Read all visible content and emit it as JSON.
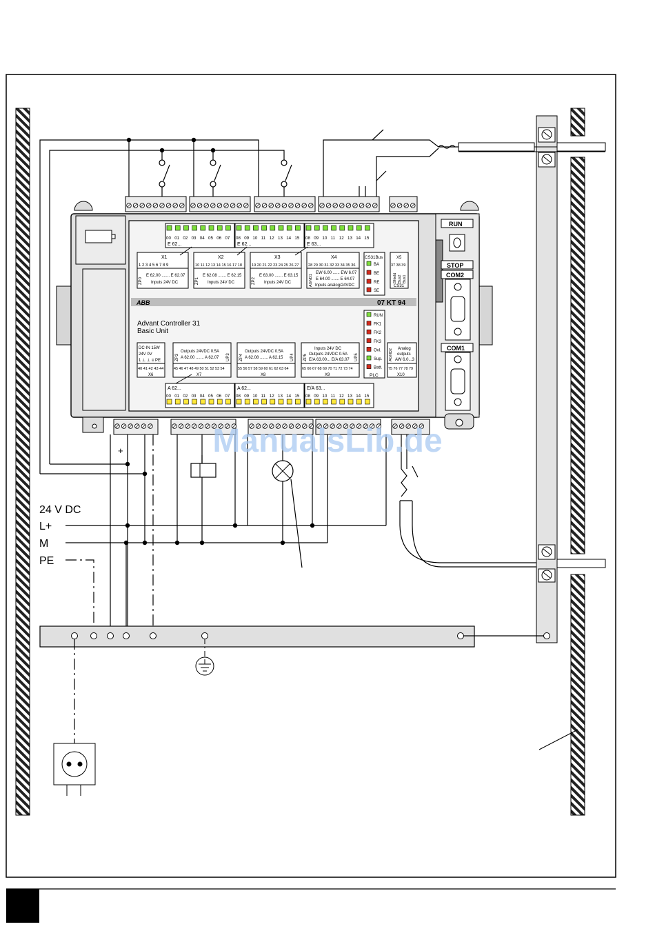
{
  "supply": {
    "voltage_label": "24 V DC",
    "lplus_label": "L+",
    "m_label": "M",
    "pe_label": "PE",
    "plus_sign": "+"
  },
  "controller": {
    "brand": "ABB",
    "model": "07 KT 94",
    "title_line1": "Advant Controller 31",
    "title_line2": "Basic Unit",
    "run_label": "RUN",
    "stop_label": "STOP",
    "com2_label": "COM2",
    "com1_label": "COM1",
    "led_numbers_a": [
      "00",
      "01",
      "02",
      "03",
      "04",
      "05",
      "06",
      "07"
    ],
    "led_numbers_b": [
      "08",
      "09",
      "10",
      "11",
      "12",
      "13",
      "14",
      "15"
    ],
    "led_groups_top": [
      "E 62...",
      "E 62...",
      "E 63..."
    ],
    "x1": {
      "name": "X1",
      "pins": "1 2 3 4 5 6 7 8 9",
      "side": "ZP0",
      "range": "E 62.00 ....... E 62.07",
      "desc": "Inputs 24V DC"
    },
    "x2": {
      "name": "X2",
      "pins": "10 11 12 13 14 15 16 17 18",
      "side": "ZP1",
      "range": "E 62.08 ....... E 62.15",
      "desc": "Inputs 24V DC"
    },
    "x3": {
      "name": "X3",
      "pins": "19 20 21 22 23 24 25 26 27",
      "side": "ZP2",
      "range": "E 63.00 ....... E 63.15",
      "desc": "Inputs 24V DC"
    },
    "x4": {
      "name": "X4",
      "pins": "28 29 30 31 32 33 34 35 36",
      "side": "AGND1",
      "range1": "EW 6.00 ...... EW 6.07",
      "range2": "E 64.00 ....... E 64.07",
      "desc": "Inputs analog/24VDC"
    },
    "cs31": {
      "title": "CS31Bus",
      "leds": [
        "BA",
        "BE",
        "RE",
        "SE"
      ]
    },
    "x5": {
      "name": "X5",
      "pins": "37 38 39",
      "labels": [
        "Shield",
        "Bus2",
        "Bus1"
      ],
      "desc": "CS31"
    },
    "status_leds": [
      "RUN",
      "FK1",
      "FK2",
      "FK3",
      "Ovl.",
      "Sup.",
      "Batt."
    ],
    "plc_label": "PLC",
    "x6": {
      "name": "X6",
      "line1": "DC-IN 15W",
      "line2": "24V  0V",
      "pins": "40 41 42 43 44"
    },
    "x7": {
      "name": "X7",
      "line1": "Outputs 24VDC 0.5A",
      "line2": "A 62.00 ....... A 62.07",
      "side": "ZP3",
      "side2": "UP3",
      "pins": "45 46 47 48 49 50 51 52 53 54"
    },
    "x8": {
      "name": "X8",
      "line1": "Outputs 24VDC 0.5A",
      "line2": "A 62.08 ....... A 62.15",
      "side": "ZP4",
      "side2": "UP4",
      "pins": "55 56 57 58 59 60 61 62 63 64"
    },
    "x9": {
      "name": "X9",
      "line1": "Inputs 24V DC",
      "line2": "Outputs 24VDC 0.5A",
      "line3": "E/A 63.00... E/A 63.07",
      "side": "ZP5",
      "side2": "UP5",
      "pins": "65 66 67 68 69 70 71 72 73 74"
    },
    "x10": {
      "name": "X10",
      "line1": "Analog",
      "line2": "outputs",
      "line3": "AW 6.0...3",
      "side": "AGND2",
      "pins": "75 76 77 78 79"
    },
    "led_groups_bottom": [
      "A 62...",
      "A 62...",
      "E/A 63..."
    ]
  },
  "watermark": "ManualsLib.de",
  "colors": {
    "led_green": "#7ddf3a",
    "led_red": "#d42a1c",
    "led_yellow": "#ffe83a",
    "watermark": "#a9c9f2"
  }
}
